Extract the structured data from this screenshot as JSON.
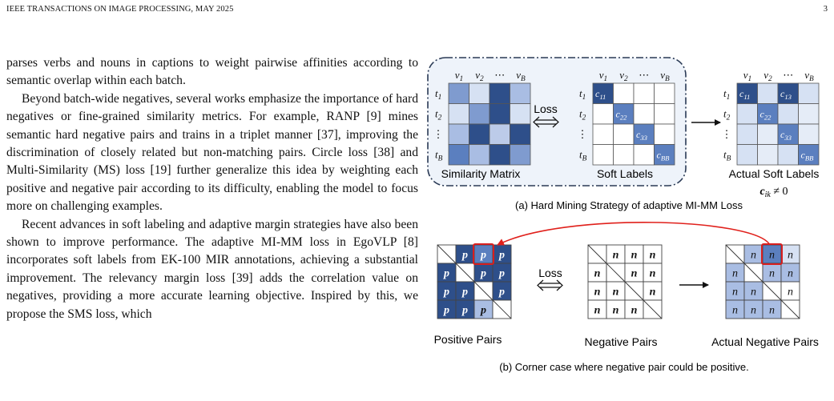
{
  "header": {
    "running_head": "IEEE TRANSACTIONS ON IMAGE PROCESSING, MAY 2025",
    "page_number": "3"
  },
  "body": {
    "paragraphs": [
      "parses verbs and nouns in captions to weight pairwise affinities according to semantic overlap within each batch.",
      "Beyond batch-wide negatives, several works emphasize the importance of hard negatives or fine-grained similarity metrics. For example, RANP [9] mines semantic hard negative pairs and trains in a triplet manner [37], improving the discrimination of closely related but non-matching pairs. Circle loss [38] and Multi-Similarity (MS) loss [19] further generalize this idea by weighting each positive and negative pair according to its difficulty, enabling the model to focus more on challenging examples.",
      "Recent advances in soft labeling and adaptive margin strategies have also been shown to improve performance. The adaptive MI-MM loss in EgoVLP [8] incorporates soft labels from EK-100 MIR annotations, achieving a substantial improvement. The relevancy margin loss [39] adds the correlation value on negatives, providing a more accurate learning objective. Inspired by this, we propose the SMS loss, which"
    ]
  },
  "figure": {
    "top_col_labels": [
      "v",
      "v",
      "⋯",
      "v"
    ],
    "top_col_subs": [
      "1",
      "2",
      "",
      "B"
    ],
    "top_row_labels": [
      "t",
      "t",
      "⋮",
      "t"
    ],
    "top_row_subs": [
      "1",
      "2",
      "",
      "B"
    ],
    "loss_label": "Loss",
    "panel_a": {
      "similarity_title": "Similarity Matrix",
      "soft_title": "Soft Labels",
      "actual_title": "Actual Soft Labels",
      "actual_note_base": "c",
      "actual_note_sub": "ik",
      "actual_note_rest": " ≠ 0",
      "caption": "(a) Hard Mining Strategy of adaptive MI-MM Loss",
      "similarity_levels": [
        [
          0.55,
          0.18,
          0.85,
          0.35
        ],
        [
          0.2,
          0.48,
          0.95,
          0.15
        ],
        [
          0.4,
          0.92,
          0.25,
          0.88
        ],
        [
          0.72,
          0.35,
          0.88,
          0.42
        ]
      ],
      "soft_labels": [
        {
          "r": 0,
          "c": 0,
          "base": "c",
          "sub": "11"
        },
        {
          "r": 1,
          "c": 1,
          "base": "c",
          "sub": "22"
        },
        {
          "r": 2,
          "c": 2,
          "base": "c",
          "sub": "33"
        },
        {
          "r": 3,
          "c": 3,
          "base": "c",
          "sub": "BB"
        }
      ],
      "actual_labels": [
        {
          "r": 0,
          "c": 0,
          "base": "c",
          "sub": "11"
        },
        {
          "r": 0,
          "c": 2,
          "base": "c",
          "sub": "13"
        },
        {
          "r": 1,
          "c": 1,
          "base": "c",
          "sub": "22"
        },
        {
          "r": 2,
          "c": 2,
          "base": "c",
          "sub": "33"
        },
        {
          "r": 3,
          "c": 3,
          "base": "c",
          "sub": "BB"
        }
      ]
    },
    "panel_b": {
      "positive_title": "Positive Pairs",
      "negative_title": "Negative Pairs",
      "actual_title": "Actual Negative Pairs",
      "caption": "(b) Corner case where negative pair could be positive.",
      "p_symbol": "p",
      "n_symbol": "n"
    },
    "colors": {
      "dark": "#2e4f8a",
      "mid": "#5b7fbf",
      "light": "#a9bde3",
      "pale": "#d6e1f3",
      "arrow_red": "#e0201b",
      "frame_red": "#d81e1e"
    }
  }
}
